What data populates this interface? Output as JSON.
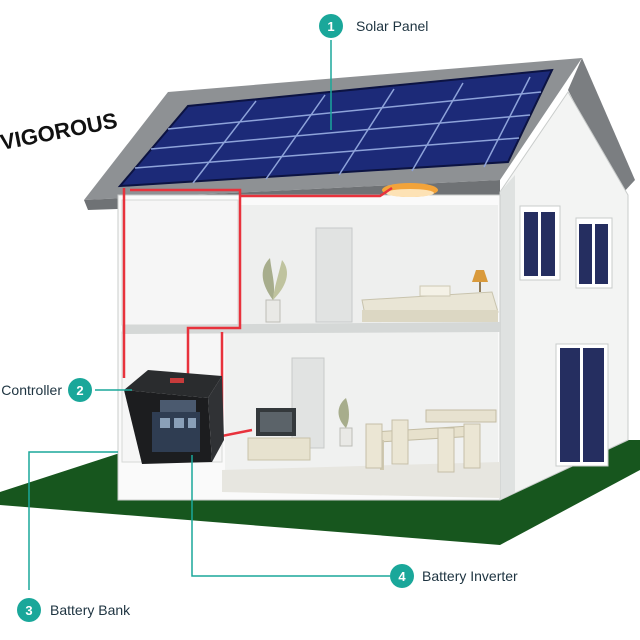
{
  "brand": "VIGOROUS",
  "callouts": [
    {
      "number": "1",
      "label": "Solar Panel"
    },
    {
      "number": "2",
      "label": "Controller"
    },
    {
      "number": "3",
      "label": "Battery Bank"
    },
    {
      "number": "4",
      "label": "Battery Inverter"
    }
  ],
  "colors": {
    "accent": "#1aa79a",
    "wire": "#e8323c",
    "panel": "#1c2a78",
    "ground": "#17561e",
    "roof": "#8e9194"
  }
}
